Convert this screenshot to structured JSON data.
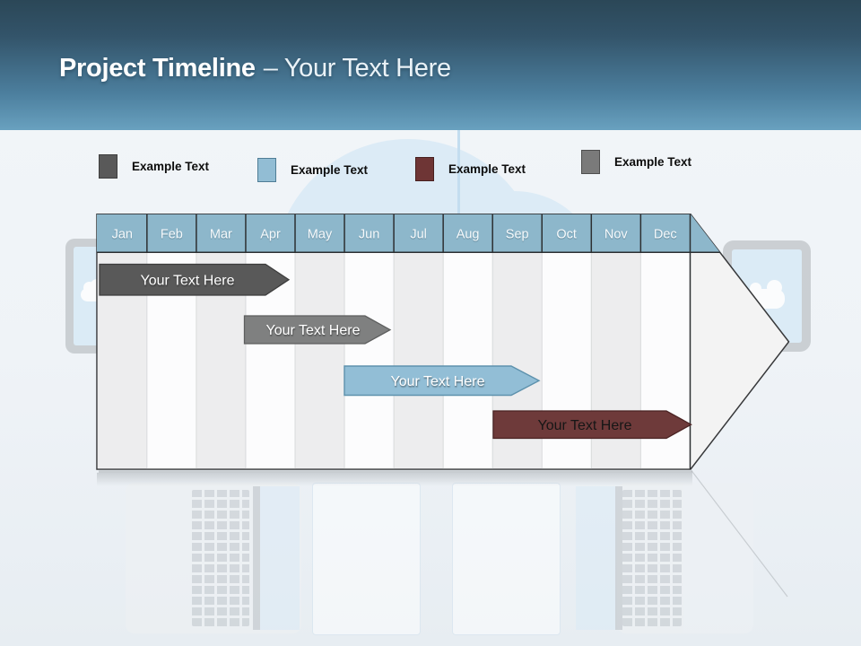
{
  "slide_title": {
    "primary": "Project Timeline",
    "secondary": "– Your Text Here"
  },
  "legend": {
    "items": [
      {
        "label": "Example Text",
        "color": "#595959"
      },
      {
        "label": "Example Text",
        "color": "#92bdd4"
      },
      {
        "label": "Example Text",
        "color": "#6e3535"
      },
      {
        "label": "Example Text",
        "color": "#7a7a7a"
      }
    ]
  },
  "timeline": {
    "months": [
      "Jan",
      "Feb",
      "Mar",
      "Apr",
      "May",
      "Jun",
      "Jul",
      "Aug",
      "Sep",
      "Oct",
      "Nov",
      "Dec"
    ],
    "header_fill": "#8db7cb",
    "bars": [
      {
        "label": "Your Text Here",
        "fill": "#595959",
        "text_color": "#ffffff",
        "span": "Jan to mid-Apr"
      },
      {
        "label": "Your Text Here",
        "fill": "#7f8080",
        "text_color": "#ffffff",
        "span": "Apr to early Jun"
      },
      {
        "label": "Your Text Here",
        "fill": "#92bed6",
        "text_color": "#ffffff",
        "span": "Jun to end of Aug"
      },
      {
        "label": "Your Text Here",
        "fill": "#6e3a3a",
        "text_color": "#161616",
        "span": "Sep to Dec"
      }
    ]
  },
  "colors": {
    "band_top": "#2b4757",
    "band_bottom": "#69a1bf",
    "column_odd": "#ededee",
    "column_even": "#fcfcfd",
    "arrow_outline": "#37383a"
  }
}
